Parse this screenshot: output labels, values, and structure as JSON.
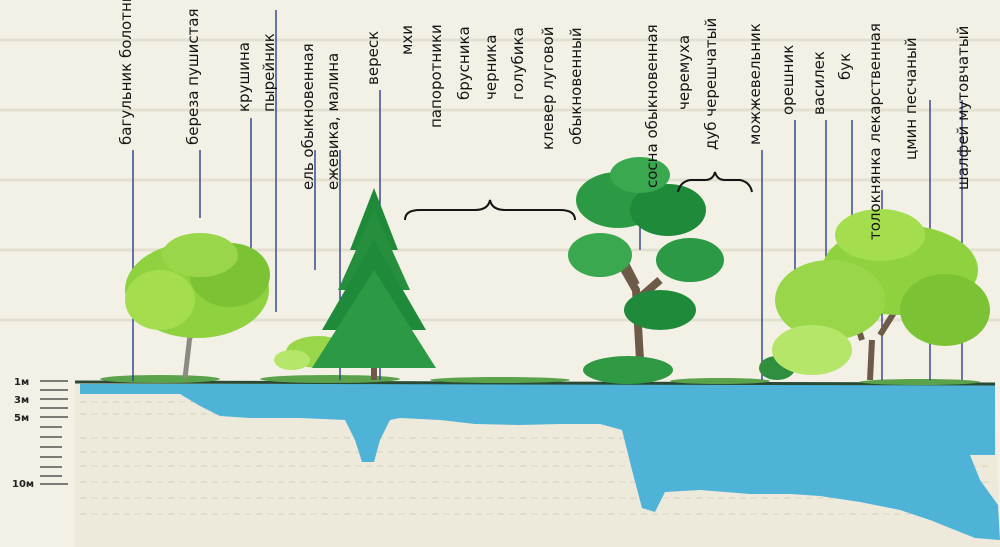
{
  "depth_scale": [
    "1м",
    "3м",
    "5м",
    "10м"
  ],
  "plants": [
    "багульник болотный",
    "береза пушистая",
    "крушина",
    "пырейник",
    "ель обыкновенная",
    "ежевика, малина",
    "вереск",
    "мхи",
    "папоротники",
    "брусника",
    "черника",
    "голубика",
    "клевер луговой",
    "обыкновенный",
    "сосна обыкновенная",
    "черемуха",
    "дуб черешчатый",
    "можжевельник",
    "орешник",
    "василек",
    "бук",
    "толокнянка лекарственная",
    "цмин песчаный",
    "шалфей мутовчатый"
  ],
  "colors": {
    "background": "#f3f1e6",
    "soil": "#eeeadb",
    "groundwater": "#4fb3d8",
    "ground_line": "#2a4a36",
    "guide_line": "#2d3f8c",
    "foliage_light": "#8fd13f",
    "foliage_dark": "#1f8a3a",
    "trunk": "#6e5a48"
  }
}
